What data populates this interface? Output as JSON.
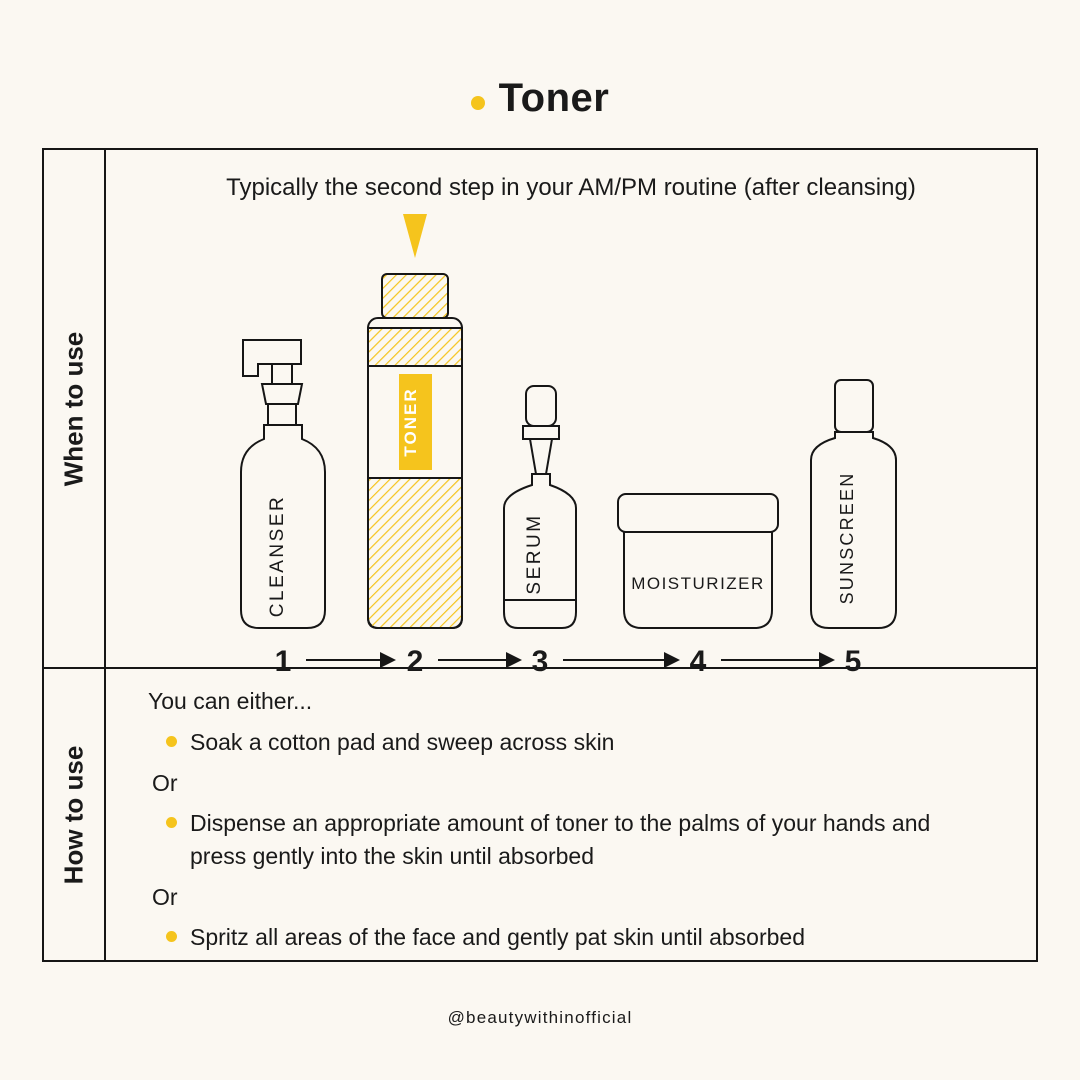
{
  "title": {
    "text": "Toner"
  },
  "sections": {
    "when": {
      "label": "When to use",
      "heading": "Typically the second step in your AM/PM routine (after cleansing)"
    },
    "how": {
      "label": "How to use",
      "intro": "You can either...",
      "or_label": "Or",
      "options": [
        "Soak a cotton pad and sweep across skin",
        "Dispense an appropriate amount of toner to the palms of your hands and press gently into the skin until absorbed",
        "Spritz all areas of the face and gently pat skin until absorbed"
      ]
    }
  },
  "products": [
    {
      "label": "CLEANSER"
    },
    {
      "label": "TONER"
    },
    {
      "label": "SERUM"
    },
    {
      "label": "MOISTURIZER"
    },
    {
      "label": "SUNSCREEN"
    }
  ],
  "steps": [
    "1",
    "2",
    "3",
    "4",
    "5"
  ],
  "footer": {
    "handle": "@beautywithinofficial"
  },
  "colors": {
    "accent_yellow": "#f5c41d",
    "ink": "#1a1a1a",
    "background": "#fbf8f2"
  }
}
